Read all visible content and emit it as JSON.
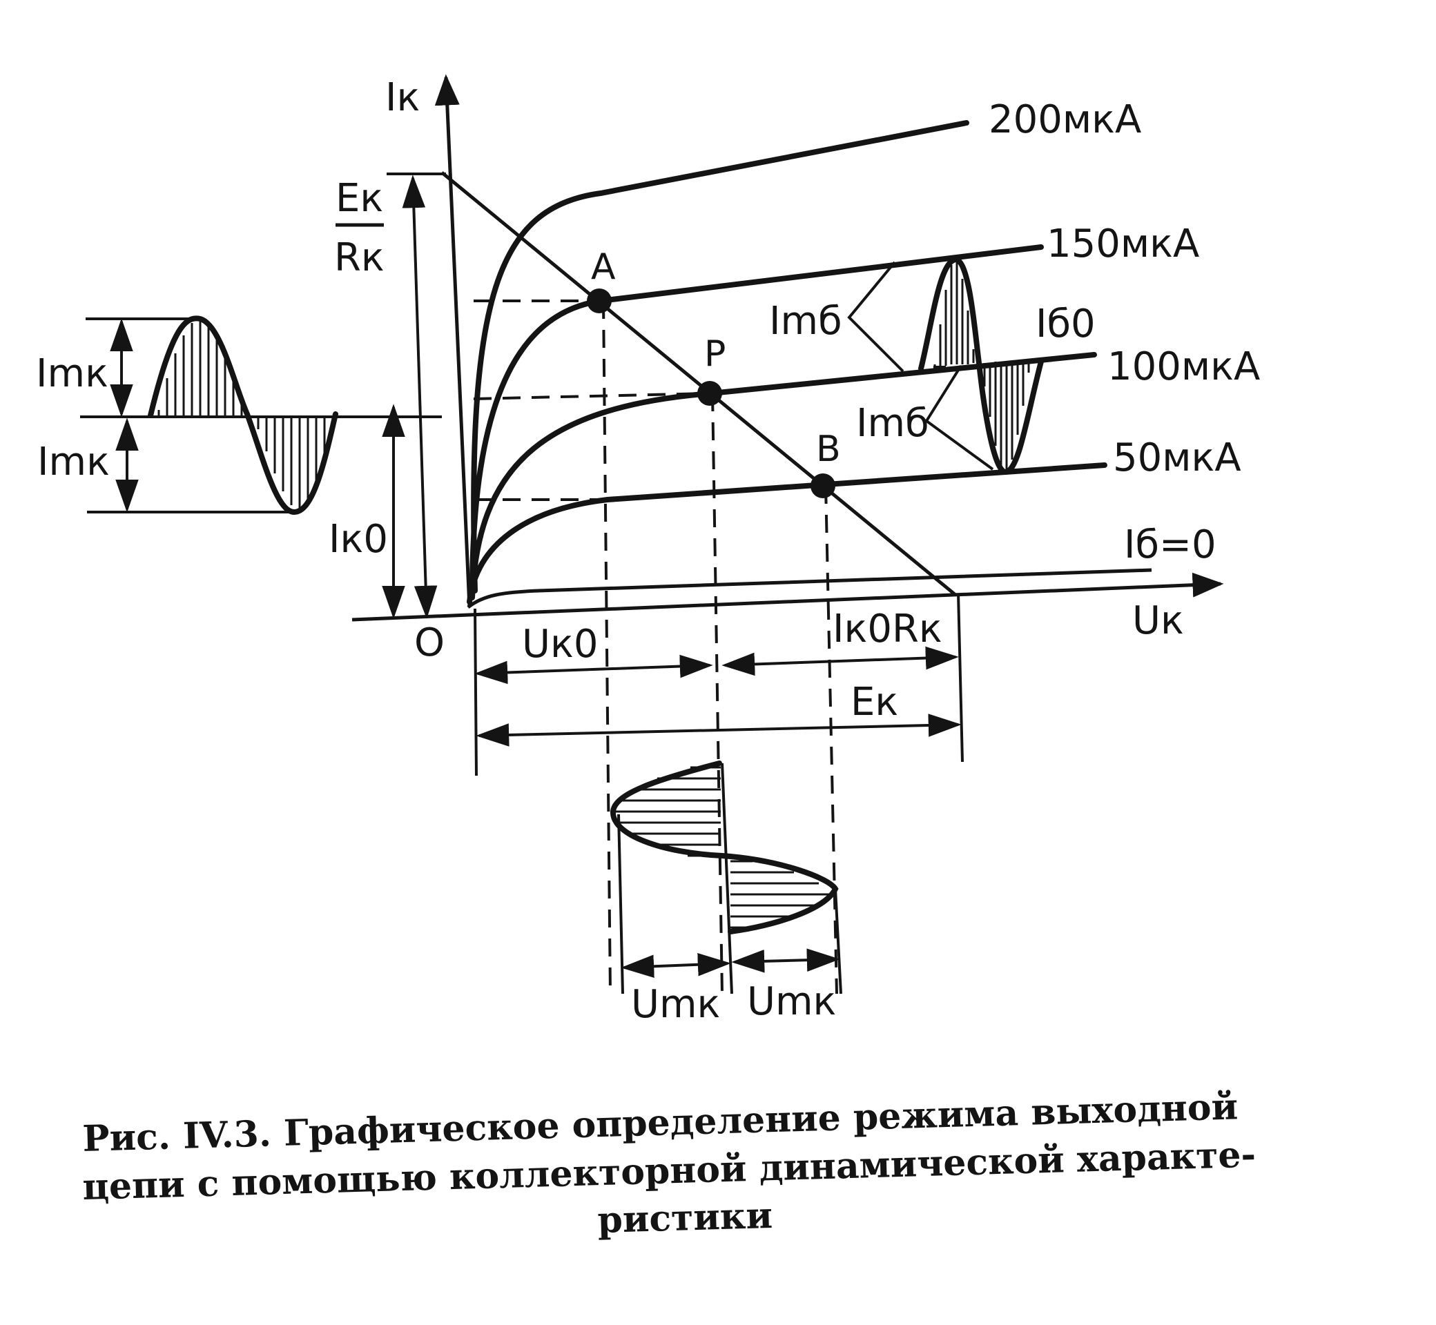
{
  "axes": {
    "y_label": "Iк",
    "x_label": "Uк",
    "origin_label": "O"
  },
  "curves": [
    {
      "id": "ib0",
      "label": "Iб=0"
    },
    {
      "id": "ib50",
      "label": "50мкА"
    },
    {
      "id": "ib100",
      "label": "100мкА"
    },
    {
      "id": "ib150",
      "label": "150мкА"
    },
    {
      "id": "ib200",
      "label": "200мкА"
    }
  ],
  "points": {
    "a": "A",
    "p": "P",
    "b": "B"
  },
  "labels": {
    "ek_num": "Eк",
    "rk_den": "Rк",
    "imk_top": "Imк",
    "imk_bottom": "Imк",
    "ik0": "Iк0",
    "imb_top": "Imб",
    "imb_bottom": "Imб",
    "ib0_bias": "Iб0",
    "uk0": "Uк0",
    "ik0rk": "Iк0Rк",
    "ek": "Eк",
    "umk_left": "Umк",
    "umk_right": "Umк"
  },
  "caption": {
    "line1": "Рис.  IV.3.  Графическое  определение  режима  выходной",
    "line2": "цепи  с  помощью  коллекторной  динамической  характе-",
    "line3": "ристики"
  }
}
